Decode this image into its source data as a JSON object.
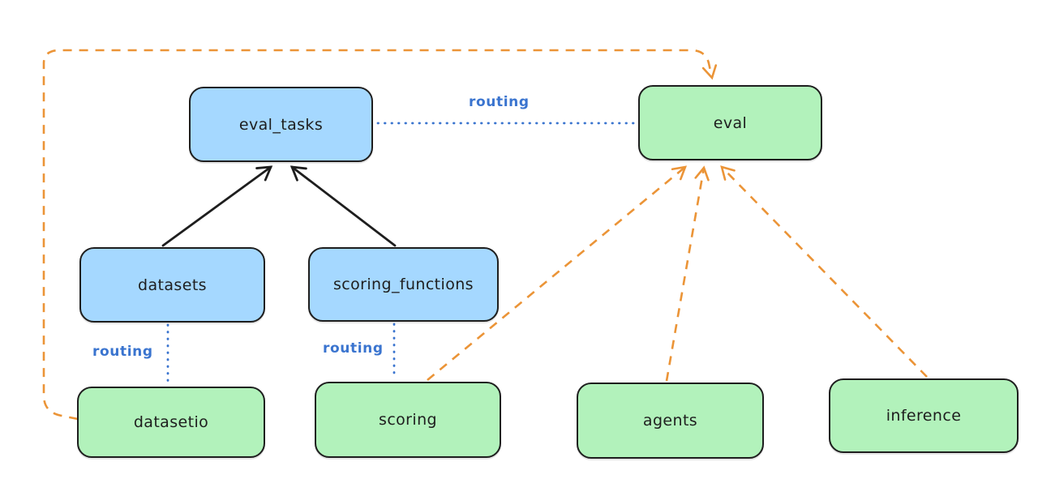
{
  "colors": {
    "background": "#ffffff",
    "node_stroke": "#1e1e1e",
    "blue_node_fill": "#a5d8ff",
    "green_node_fill": "#b2f2bb",
    "routing_blue": "#3a74cf",
    "arrow_black": "#1e1e1e",
    "arrow_orange": "#eb9437"
  },
  "nodes": {
    "eval_tasks": {
      "label": "eval_tasks"
    },
    "datasets": {
      "label": "datasets"
    },
    "scoring_functions": {
      "label": "scoring_functions"
    },
    "eval": {
      "label": "eval"
    },
    "datasetio": {
      "label": "datasetio"
    },
    "scoring": {
      "label": "scoring"
    },
    "agents": {
      "label": "agents"
    },
    "inference": {
      "label": "inference"
    }
  },
  "edge_labels": {
    "eval_tasks_to_eval": "routing",
    "datasets_to_datasetio": "routing",
    "scoring_functions_to_scoring": "routing"
  }
}
